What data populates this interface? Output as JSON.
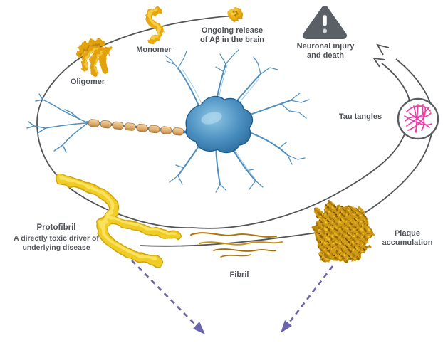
{
  "diagram": {
    "labels": {
      "oligomer": "Oligomer",
      "monomer": "Monomer",
      "ongoing_release": "Ongoing release\nof Aβ in the brain",
      "neuronal_injury": "Neuronal injury\nand death",
      "tau_tangles": "Tau tangles",
      "protofibril_title": "Protofibril",
      "protofibril_subtitle": "A directly toxic driver of\nunderlying disease",
      "fibril": "Fibril",
      "plaque_accumulation": "Plaque\naccumulation"
    },
    "icons": {
      "warning": "warning-triangle-icon",
      "tau_tangles": "tau-tangle-scribble-icon",
      "neuron": "neuron-illustration",
      "oligomer": "amyloid-oligomer-blob",
      "monomer": "amyloid-monomer-squiggle",
      "abeta_particle": "amyloid-beta-particle",
      "protofibril": "protofibril-chain",
      "fibril": "fibril-strands",
      "plaque": "amyloid-plaque-mass"
    },
    "colors": {
      "background": "#ffffff",
      "label_text": "#4d5156",
      "cycle_arrow_gray": "#525457",
      "outcome_arrow_purple": "#6b64af",
      "amyloid_gold": "#e8a90e",
      "protofibril_yellow": "#f0cd25",
      "plaque_gold": "#d9a216",
      "fibril_brown": "#b0770d",
      "neuron_blue": "#3579a8",
      "myelin_tan": "#dfae72",
      "tau_pink": "#ee3fa6",
      "warning_gray": "#5b6067"
    }
  }
}
